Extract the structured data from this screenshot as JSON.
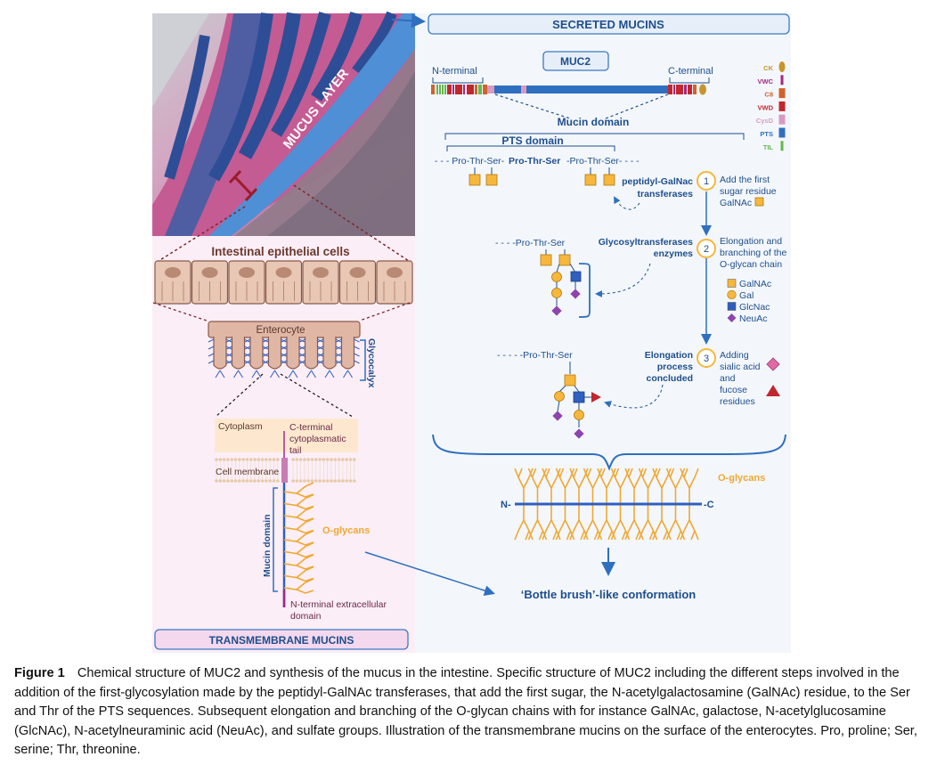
{
  "labels": {
    "secreted_mucins": "SECRETED MUCINS",
    "mucus_layer": "MUCUS LAYER",
    "muc2": "MUC2",
    "n_terminal": "N-terminal",
    "c_terminal": "C-terminal",
    "mucin_domain": "Mucin domain",
    "pts_domain": "PTS domain",
    "seq_left": "- - - Pro-Thr-Ser-",
    "seq_mid": "Pro-Thr-Ser",
    "seq_right": "-Pro-Thr-Ser- - - -",
    "seq_step2": "- - - -Pro-Thr-Ser",
    "seq_step3": "- - - - -Pro-Thr-Ser",
    "peptidyl_1": "peptidyl-GalNac",
    "peptidyl_2": "transferases",
    "glyco_1": "Glycosyltransferases",
    "glyco_2": "enzymes",
    "elong_1": "Elongation",
    "elong_2": "process",
    "elong_3": "concluded",
    "step1_num": "1",
    "step2_num": "2",
    "step3_num": "3",
    "step1_l1": "Add the first",
    "step1_l2": "sugar residue",
    "step1_l3": "GalNAc",
    "step2_l1": "Elongation and",
    "step2_l2": "branching of the",
    "step2_l3": "O-glycan chain",
    "step3_l1": "Adding",
    "step3_l2": "sialic acid",
    "step3_l3": "and",
    "step3_l4": "fucose",
    "step3_l5": "residues",
    "o_glycans": "O-glycans",
    "n_end": "N-",
    "c_end": "-C",
    "bottle_brush": "‘Bottle brush’-like conformation",
    "intestinal_cells": "Intestinal epithelial cells",
    "enterocyte": "Enterocyte",
    "glycocalyx": "Glycocalyx",
    "cytoplasm": "Cytoplasm",
    "cterm_tail_1": "C-terminal",
    "cterm_tail_2": "cytoplasmatic",
    "cterm_tail_3": "tail",
    "cell_membrane": "Cell membrane",
    "mucin_domain_tm": "Mucin domain",
    "o_glycans_tm": "O-glycans",
    "nterm_extra_1": "N-terminal extracellular",
    "nterm_extra_2": "domain",
    "transmembrane_mucins": "TRANSMEMBRANE MUCINS"
  },
  "domain_legend": [
    {
      "label": "CK",
      "color": "#c8942c"
    },
    {
      "label": "VWC",
      "color": "#a3287e"
    },
    {
      "label": "C8",
      "color": "#d2622c"
    },
    {
      "label": "VWD",
      "color": "#c1272d"
    },
    {
      "label": "CysD",
      "color": "#d89ac4"
    },
    {
      "label": "PTS",
      "color": "#2f6fbf"
    },
    {
      "label": "TIL",
      "color": "#63b84b"
    }
  ],
  "sugar_legend": [
    {
      "label": "GalNAc",
      "shape": "square",
      "color": "#f6b73c"
    },
    {
      "label": "Gal",
      "shape": "circle",
      "color": "#f6b73c"
    },
    {
      "label": "GlcNac",
      "shape": "square",
      "color": "#2f5fbf"
    },
    {
      "label": "NeuAc",
      "shape": "diamond",
      "color": "#8e44ad"
    }
  ],
  "caption": {
    "figure_label": "Figure 1",
    "text": "Chemical structure of MUC2 and synthesis of the mucus in the intestine. Specific structure of MUC2 including the different steps involved in the addition of the first-glycosylation made by the peptidyl-GalNAc transferases, that add the first sugar, the N-acetylgalactosamine (GalNAc) residue, to the Ser and Thr of the PTS sequences. Subsequent elongation and branching of the O-glycan chains with for instance GalNAc, galactose, N-acetylglucosamine (GlcNAc), N-acetylneuraminic acid (NeuAc), and sulfate groups. Illustration of the transmembrane mucins on the surface of the enterocytes. Pro, proline; Ser, serine; Thr, threonine."
  },
  "colors": {
    "title_blue": "#1f4e8c",
    "box_fill": "#eef4fb",
    "pink_panel": "#fbeef7",
    "orange_glycan": "#f0a830",
    "cell_fill": "#e8c7b4",
    "nucleus": "#b98a73"
  }
}
